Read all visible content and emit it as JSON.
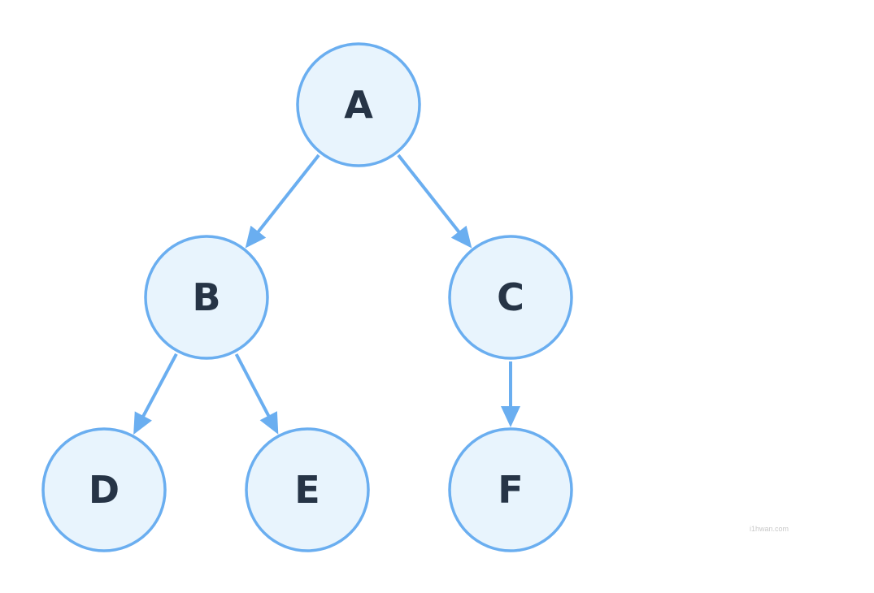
{
  "diagram": {
    "type": "tree",
    "nodes": [
      {
        "id": "A",
        "label": "A"
      },
      {
        "id": "B",
        "label": "B"
      },
      {
        "id": "C",
        "label": "C"
      },
      {
        "id": "D",
        "label": "D"
      },
      {
        "id": "E",
        "label": "E"
      },
      {
        "id": "F",
        "label": "F"
      }
    ],
    "edges": [
      {
        "from": "A",
        "to": "B"
      },
      {
        "from": "A",
        "to": "C"
      },
      {
        "from": "B",
        "to": "D"
      },
      {
        "from": "B",
        "to": "E"
      },
      {
        "from": "C",
        "to": "F"
      }
    ],
    "colors": {
      "node_fill": "#e8f4fd",
      "node_stroke": "#6aaef0",
      "edge": "#6aaef0",
      "label": "#263446"
    }
  },
  "watermark": "i1hwan.com"
}
